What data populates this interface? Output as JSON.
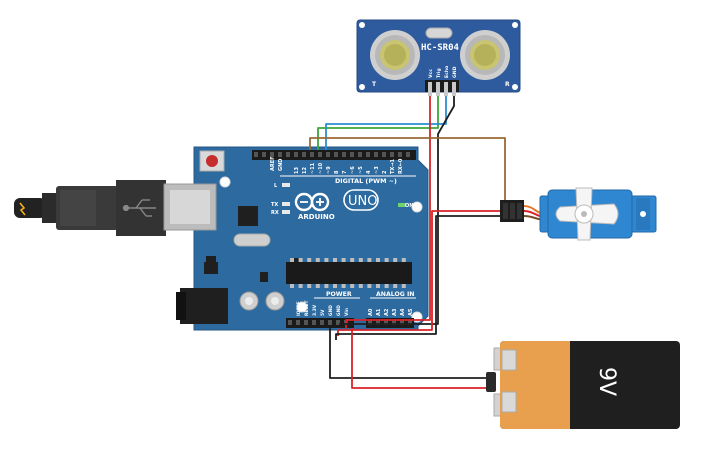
{
  "arduino": {
    "brand": "ARDUINO",
    "model": "UNO",
    "digital_label": "DIGITAL (PWM ~)",
    "power_label": "POWER",
    "analog_label": "ANALOG IN",
    "on_label": "ON",
    "led_l": "L",
    "led_tx": "TX",
    "led_rx": "RX",
    "aref": "AREF",
    "gnd_top": "GND",
    "pins_digital": [
      "13",
      "12",
      "~11",
      "~10",
      "~9",
      "8",
      "7",
      "~6",
      "~5",
      "4",
      "~3",
      "2",
      "TX→1",
      "RX←0"
    ],
    "pins_power": [
      "IOREF",
      "RESET",
      "3.3V",
      "5V",
      "GND",
      "GND",
      "Vin"
    ],
    "pins_analog": [
      "A0",
      "A1",
      "A2",
      "A3",
      "A4",
      "A5"
    ]
  },
  "sensor": {
    "name": "HC-SR04",
    "pins": [
      "Vcc",
      "Trig",
      "Echo",
      "GND"
    ],
    "left_mark": "T",
    "right_mark": "R"
  },
  "battery": {
    "label": "9V"
  },
  "colors": {
    "board": "#2c6aa0",
    "sensor": "#2e5b9e",
    "wire_red": "#d8232a",
    "wire_black": "#1e1e1e",
    "wire_green": "#3aa63a",
    "wire_blue": "#2a8fd0",
    "wire_brown": "#9a6a36",
    "servo": "#2f86d1",
    "battery_body": "#e8a04e"
  }
}
